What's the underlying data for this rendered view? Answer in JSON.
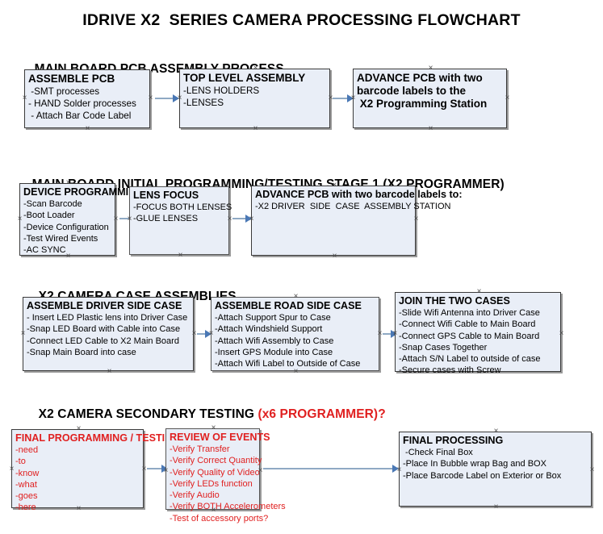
{
  "document": {
    "title": "IDRIVE X2  SERIES CAMERA PROCESSING FLOWCHART",
    "accent_red": "#e02020",
    "box_fill": "#e9eef7",
    "connector_color": "#8fa9c4"
  },
  "sections": [
    {
      "heading": "MAIN BOARD PCB ASSEMBLY PROCESS",
      "heading_accent": "",
      "boxes": [
        {
          "title": "ASSEMBLE PCB",
          "lines": [
            " -SMT processes",
            "- HAND Solder processes",
            " - Attach Bar Code Label"
          ]
        },
        {
          "title": "TOP LEVEL ASSEMBLY",
          "lines": [
            "-LENS HOLDERS",
            "-LENSES"
          ]
        },
        {
          "title": "ADVANCE PCB with two",
          "lines": [
            "barcode labels to the",
            " X2 Programming Station"
          ],
          "bold_lines": true
        }
      ]
    },
    {
      "heading": "MAIN BOARD INITIAL PROGRAMMING/TESTING STAGE 1 (X2 PROGRAMMER)",
      "heading_accent": "",
      "boxes": [
        {
          "title": "DEVICE PROGRAMMING",
          "lines": [
            "-Scan Barcode",
            "-Boot Loader",
            "-Device Configuration",
            "-Test Wired Events",
            "-AC SYNC"
          ]
        },
        {
          "title": "LENS FOCUS",
          "lines": [
            "-FOCUS BOTH LENSES",
            "-GLUE LENSES"
          ]
        },
        {
          "title": "ADVANCE PCB with two barcode labels to:",
          "lines": [
            "-X2 DRIVER  SIDE  CASE  ASSEMBLY STATION"
          ]
        }
      ]
    },
    {
      "heading": "X2 CAMERA CASE ASSEMBLIES",
      "heading_accent": "",
      "boxes": [
        {
          "title": "ASSEMBLE DRIVER SIDE CASE",
          "lines": [
            "- Insert LED Plastic lens into Driver Case",
            "-Snap LED Board with Cable into Case",
            "-Connect LED Cable to X2 Main Board",
            "-Snap Main Board into case"
          ]
        },
        {
          "title": "ASSEMBLE ROAD SIDE CASE",
          "lines": [
            "-Attach Support Spur to Case",
            "-Attach Windshield Support",
            "-Attach Wifi Assembly to Case",
            "-Insert GPS Module into Case",
            "-Attach Wifi Label to Outside of Case"
          ]
        },
        {
          "title": "JOIN THE TWO CASES",
          "lines": [
            "-Slide Wifi Antenna into Driver Case",
            "-Connect Wifi Cable to Main Board",
            "-Connect GPS Cable to Main Board",
            "-Snap Cases Together",
            "-Attach S/N Label to outside of case",
            "-Secure cases with Screw"
          ]
        }
      ]
    },
    {
      "heading": "X2 CAMERA SECONDARY TESTING ",
      "heading_accent": "(x6 PROGRAMMER)?",
      "boxes": [
        {
          "title": "FINAL PROGRAMMING / TESTING",
          "lines": [
            "-need",
            "-to",
            "-know",
            "-what",
            "-goes",
            "-here"
          ],
          "color": "#e02020"
        },
        {
          "title": "REVIEW OF EVENTS",
          "lines": [
            "-Verify Transfer",
            "-Verify Correct Quantity",
            "-Verify Quality of Video",
            "-Verify LEDs function",
            "-Verify Audio",
            "-Verify BOTH Accelerometers",
            "-Test of accessory ports?"
          ],
          "color": "#e02020"
        },
        {
          "title": "FINAL PROCESSING",
          "lines": [
            " -Check Final Box",
            "-Place In Bubble wrap Bag and BOX",
            "-Place Barcode Label on Exterior or Box"
          ]
        }
      ]
    }
  ]
}
